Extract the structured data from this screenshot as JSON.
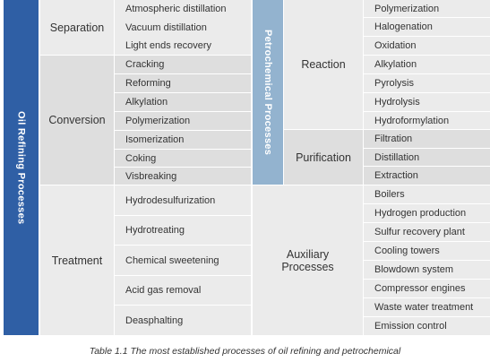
{
  "oil_refining": {
    "title": "Oil Refining Processes",
    "groups": [
      {
        "name": "Separation",
        "items": [
          "Atmospheric distillation",
          "Vacuum distillation",
          "Light ends recovery"
        ]
      },
      {
        "name": "Conversion",
        "items": [
          "Cracking",
          "Reforming",
          "Alkylation",
          "Polymerization",
          "Isomerization",
          "Coking",
          "Visbreaking"
        ]
      },
      {
        "name": "Treatment",
        "items": [
          "Hydrodesulfurization",
          "Hydrotreating",
          "Chemical sweetening",
          "Acid gas removal",
          "Deasphalting"
        ]
      }
    ]
  },
  "petrochemical": {
    "title": "Petrochemical Processes",
    "groups": [
      {
        "name": "Reaction",
        "items": [
          "Polymerization",
          "Halogenation",
          "Oxidation",
          "Alkylation",
          "Pyrolysis",
          "Hydrolysis",
          "Hydroformylation"
        ]
      },
      {
        "name": "Purification",
        "items": [
          "Filtration",
          "Distillation",
          "Extraction"
        ]
      }
    ]
  },
  "auxiliary": {
    "name_line1": "Auxiliary",
    "name_line2": "Processes",
    "items": [
      "Boilers",
      "Hydrogen production",
      "Sulfur recovery plant",
      "Cooling towers",
      "Blowdown system",
      "Compressor engines",
      "Waste water treatment",
      "Emission control"
    ]
  },
  "caption": "Table 1.1 The most established processes of oil refining and petrochemical",
  "colors": {
    "blue_dark": "#2f5fa5",
    "blue_light": "#93b3cf",
    "gray": "#dedede",
    "gray_light": "#ebebeb",
    "white_line": "#ffffff"
  }
}
